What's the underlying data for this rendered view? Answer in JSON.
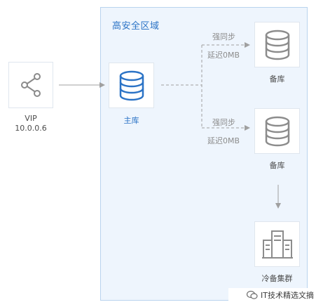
{
  "zone": {
    "title": "高安全区域"
  },
  "vip": {
    "line1": "VIP",
    "line2": "10.0.0.6",
    "icon": "share-icon"
  },
  "primary": {
    "label": "主库",
    "icon": "database-icon"
  },
  "replica_top": {
    "label": "备库",
    "icon": "database-icon",
    "sync_label": "强同步",
    "lag_label": "延迟0MB"
  },
  "replica_bottom": {
    "label": "备库",
    "icon": "database-icon",
    "sync_label": "强同步",
    "lag_label": "延迟0MB"
  },
  "cold_cluster": {
    "label": "冷备集群",
    "icon": "server-cluster-icon"
  },
  "watermark": {
    "text": "IT技术精选文摘"
  },
  "colors": {
    "blue": "#2b73c6",
    "grey": "#9a9a9a",
    "zone_bg": "#eef5fd"
  }
}
